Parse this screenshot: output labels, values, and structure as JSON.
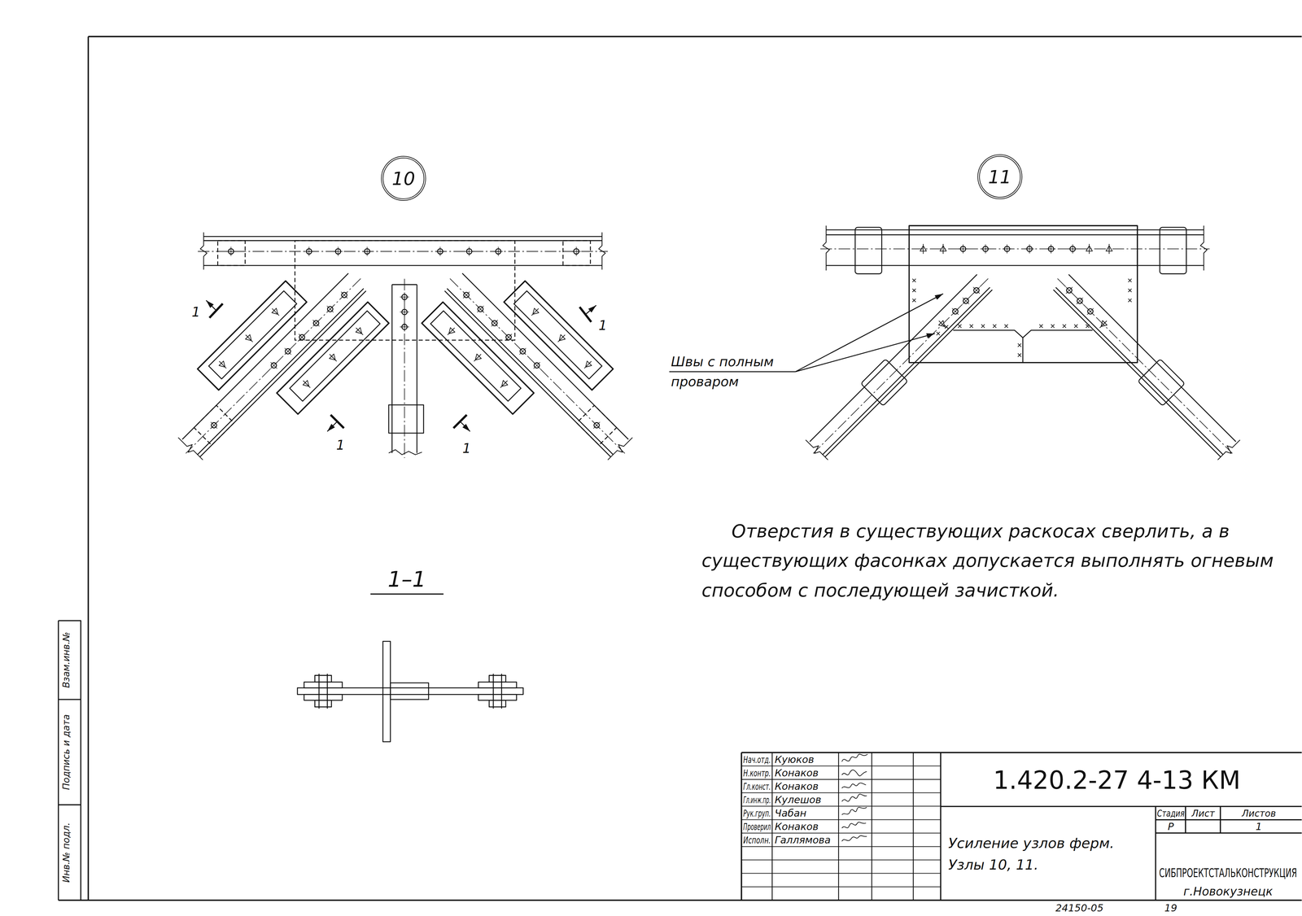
{
  "diagram": {
    "nodes": [
      {
        "text": [
          "10"
        ]
      },
      {
        "text": [
          "11"
        ]
      }
    ],
    "labels": [
      "1",
      "1",
      "1",
      "1",
      "1–1",
      "Швы с полным проваром",
      "Отверстия в существующих раскосах сверлить, а в существующих фасонках допускается выполнять огневым способом с последующей зачисткой.",
      "Нач.отд.",
      "Куюков",
      "Н.контр.",
      "Конаков",
      "Гл.конст.",
      "Конаков",
      "Гл.инж.пр.",
      "Кулешов",
      "Рук.груп.",
      "Чабан",
      "Проверил",
      "Конаков",
      "Исполн.",
      "Галлямова",
      "1.420.2-27 4-13 КМ",
      "Усиление узлов ферм.",
      "Узлы 10, 11.",
      "Стадия",
      "Лист",
      "Листов",
      "Р",
      "1",
      "СИБПРОЕКТСТАЛЬКОНСТРУКЦИЯ",
      "г.Новокузнецк",
      "24150-05",
      "19",
      "Взам.инв.№",
      "Подпись и дата",
      "Инв.№ подл."
    ]
  }
}
